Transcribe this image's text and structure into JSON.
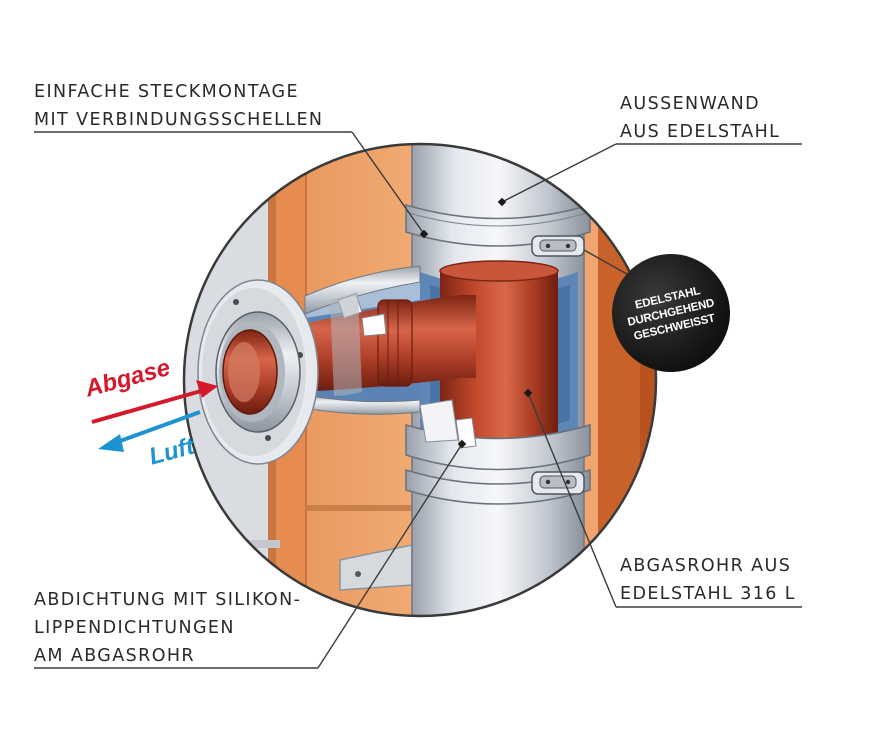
{
  "callouts": {
    "mounting": {
      "line1": "EINFACHE STECKMONTAGE",
      "line2": "MIT VERBINDUNGSSCHELLEN"
    },
    "outer_wall": {
      "line1": "AUSSENWAND",
      "line2": "AUS EDELSTAHL"
    },
    "sealing": {
      "line1": "ABDICHTUNG MIT SILIKON-",
      "line2": "LIPPENDICHTUNGEN",
      "line3": "AM ABGASROHR"
    },
    "flue_pipe": {
      "line1": "ABGASROHR AUS",
      "line2": "EDELSTAHL 316 L"
    }
  },
  "badge": {
    "line1": "EDELSTAHL",
    "line2": "DURCHGEHEND",
    "line3": "GESCHWEISST"
  },
  "flows": {
    "exhaust": "Abgase",
    "air": "Luft"
  },
  "colors": {
    "exhaust_arrow": "#d3192b",
    "air_arrow": "#1e93d2",
    "wall_orange": "#e8955c",
    "wall_dark_orange": "#c65e26",
    "flue_red": "#b83e26",
    "steel": "#c9ced6",
    "insulation_blue": "#5c85b5"
  }
}
